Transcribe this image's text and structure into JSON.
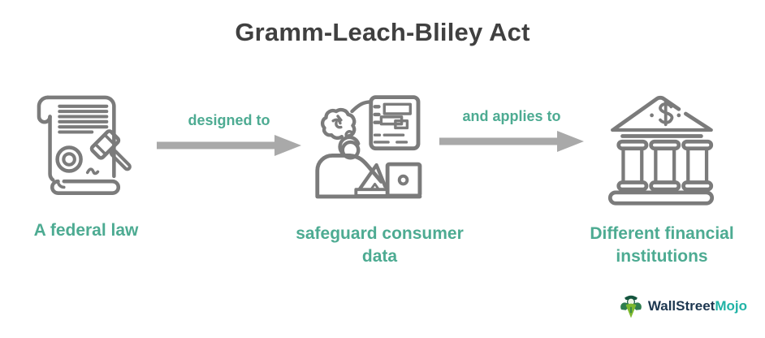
{
  "title": "Gramm-Leach-Bliley Act",
  "steps": [
    {
      "label": "A federal law",
      "icon": "law-scroll-gavel-icon"
    },
    {
      "label": "safeguard consumer data",
      "icon": "person-laptop-thinking-icon"
    },
    {
      "label": "Different financial institutions",
      "icon": "bank-building-icon"
    }
  ],
  "connectors": [
    {
      "label": "designed to"
    },
    {
      "label": "and applies to"
    }
  ],
  "logo": {
    "text_primary": "WallStreet",
    "text_secondary": "Mojo",
    "icon": "wallstreetmojo-bull-icon"
  },
  "colors": {
    "accent_teal": "#4dab92",
    "icon_gray": "#7b7b7b",
    "arrow_gray": "#a9a9a9",
    "title_color": "#404040",
    "logo_navy": "#1d3750",
    "logo_teal": "#21b3a6"
  }
}
